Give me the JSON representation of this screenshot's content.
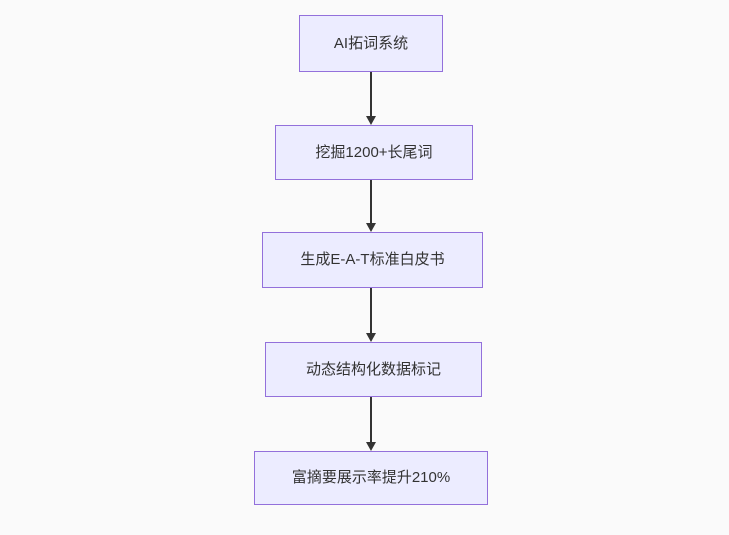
{
  "flowchart": {
    "type": "flowchart",
    "direction": "top-down",
    "nodes": [
      {
        "label": "AI拓词系统"
      },
      {
        "label": "挖掘1200+长尾词"
      },
      {
        "label": "生成E-A-T标准白皮书"
      },
      {
        "label": "动态结构化数据标记"
      },
      {
        "label": "富摘要展示率提升210%"
      }
    ],
    "edges": [
      {
        "from": 0,
        "to": 1
      },
      {
        "from": 1,
        "to": 2
      },
      {
        "from": 2,
        "to": 3
      },
      {
        "from": 3,
        "to": 4
      }
    ]
  },
  "colors": {
    "background": "#fafafa",
    "node_fill": "#ececff",
    "node_border": "#9370db",
    "node_text": "#333333",
    "edge": "#333333"
  }
}
